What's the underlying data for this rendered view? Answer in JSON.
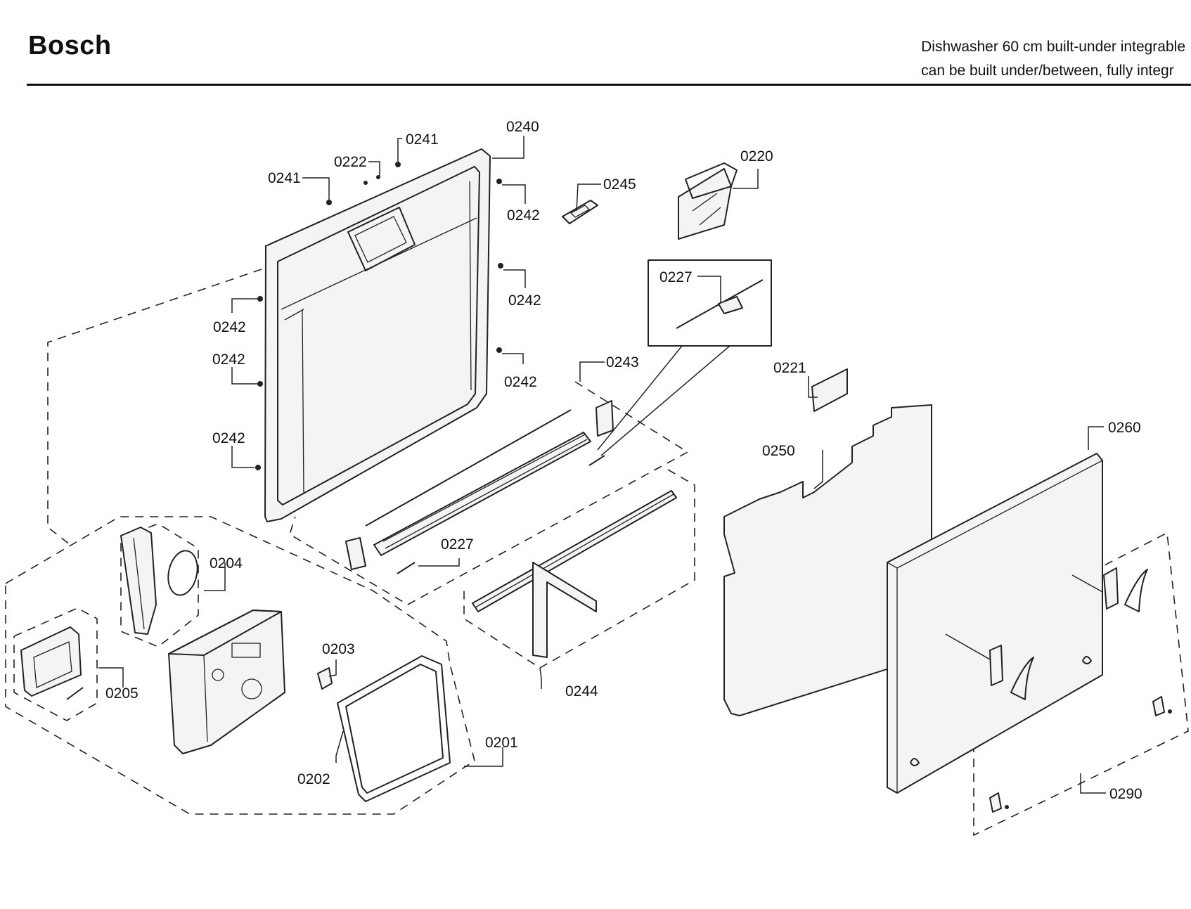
{
  "header": {
    "brand": "Bosch",
    "description_line1": "Dishwasher 60 cm built-under integrable",
    "description_line2": "can be built under/between, fully integr"
  },
  "labels": {
    "p0240": "0240",
    "p0241a": "0241",
    "p0241b": "0241",
    "p0222": "0222",
    "p0245": "0245",
    "p0220": "0220",
    "p0242a": "0242",
    "p0242b": "0242",
    "p0242c": "0242",
    "p0242d": "0242",
    "p0242e": "0242",
    "p0242f": "0242",
    "p0227a": "0227",
    "p0227b": "0227",
    "p0243": "0243",
    "p0221": "0221",
    "p0250": "0250",
    "p0260": "0260",
    "p0204": "0204",
    "p0203": "0203",
    "p0205": "0205",
    "p0244": "0244",
    "p0201": "0201",
    "p0202": "0202",
    "p0290": "0290"
  },
  "colors": {
    "ink": "#111111",
    "background": "#ffffff"
  }
}
